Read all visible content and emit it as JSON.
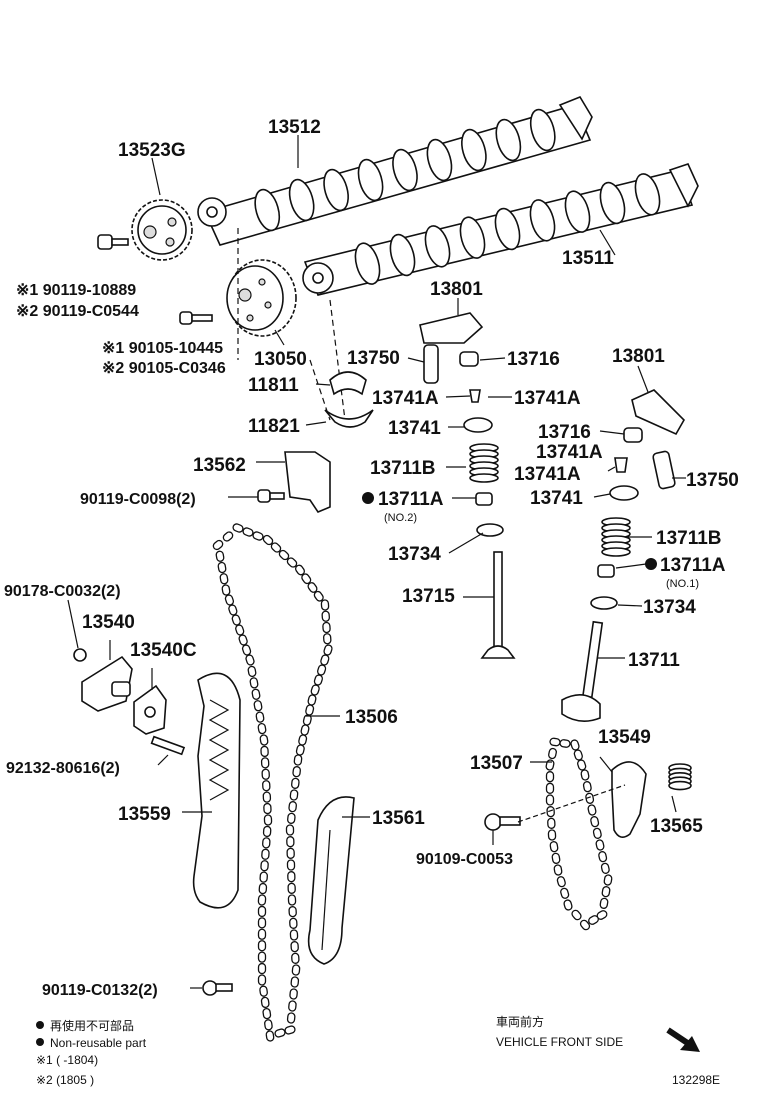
{
  "parts": {
    "p13523G": "13523G",
    "p13512": "13512",
    "p13511": "13511",
    "p13050": "13050",
    "p13801a": "13801",
    "p13801b": "13801",
    "p13750a": "13750",
    "p13750b": "13750",
    "p13716a": "13716",
    "p13716b": "13716",
    "p11811": "11811",
    "p11821": "11821",
    "p13741Aa": "13741A",
    "p13741Ab": "13741A",
    "p13741Ac": "13741A",
    "p13741Ad": "13741A",
    "p13741a": "13741",
    "p13741b": "13741",
    "p13711Ba": "13711B",
    "p13711Bb": "13711B",
    "p13711Aa": "13711A",
    "p13711Ab": "13711A",
    "no2": "(NO.2)",
    "no1": "(NO.1)",
    "p13562": "13562",
    "p13734a": "13734",
    "p13734b": "13734",
    "p13715": "13715",
    "p13711": "13711",
    "p13540": "13540",
    "p13540C": "13540C",
    "p13506": "13506",
    "p13507": "13507",
    "p13549": "13549",
    "p13565": "13565",
    "p13559": "13559",
    "p13561": "13561",
    "b90119_10889": "※1 90119-10889",
    "b90119_C0544": "※2 90119-C0544",
    "b90105_10445": "※1 90105-10445",
    "b90105_C0346": "※2 90105-C0346",
    "b90119_C0098": "90119-C0098(2)",
    "b90178_C0032": "90178-C0032(2)",
    "b92132_80616": "92132-80616(2)",
    "b90109_C0053": "90109-C0053",
    "b90119_C0132": "90119-C0132(2)"
  },
  "legend": {
    "jp_nonreusable": "再使用不可部品",
    "en_nonreusable": "Non-reusable part",
    "note1": "※1 (       -1804)",
    "note2": "※2 (1805         )"
  },
  "orientation": {
    "jp": "車両前方",
    "en": "VEHICLE FRONT SIDE"
  },
  "figure_id": "132298E"
}
